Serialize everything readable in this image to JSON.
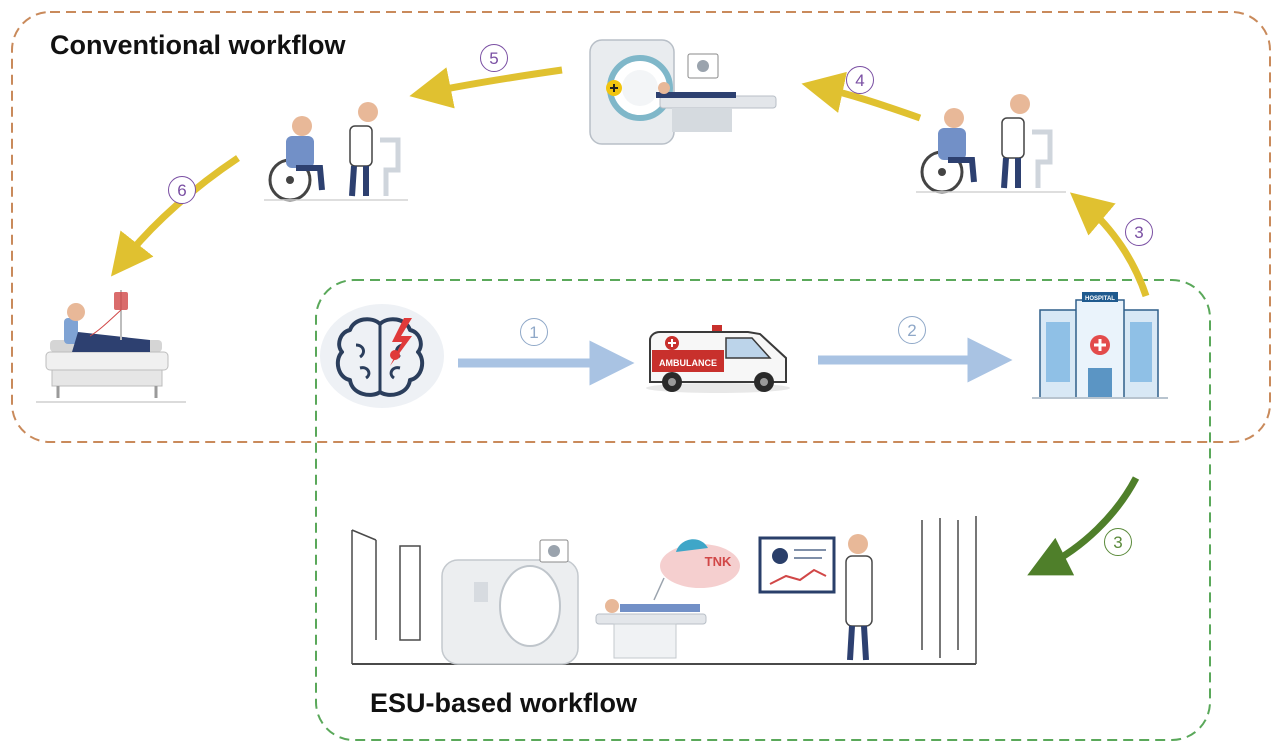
{
  "regions": {
    "conventional": {
      "title": "Conventional workflow",
      "border_color": "#c98a5b"
    },
    "esu": {
      "title": "ESU-based workflow",
      "border_color": "#5aa85a"
    }
  },
  "steps": [
    {
      "id": "1",
      "label": "1",
      "color": "#9db9da"
    },
    {
      "id": "2",
      "label": "2",
      "color": "#9db9da"
    },
    {
      "id": "3a",
      "label": "3",
      "color": "#e0c130"
    },
    {
      "id": "4",
      "label": "4",
      "color": "#e0c130"
    },
    {
      "id": "5",
      "label": "5",
      "color": "#e0c130"
    },
    {
      "id": "6",
      "label": "6",
      "color": "#e0c130"
    },
    {
      "id": "3b",
      "label": "3",
      "color": "#4f7f2a"
    }
  ],
  "illustrations": {
    "ambulance_text": "AMBULANCE",
    "hospital_text": "HOSPITAL",
    "drug_label": "TNK"
  },
  "colors": {
    "conventional_arrow": "#e0c130",
    "esu_arrow": "#4f7f2a",
    "transport_arrow": "#a9c3e3"
  }
}
